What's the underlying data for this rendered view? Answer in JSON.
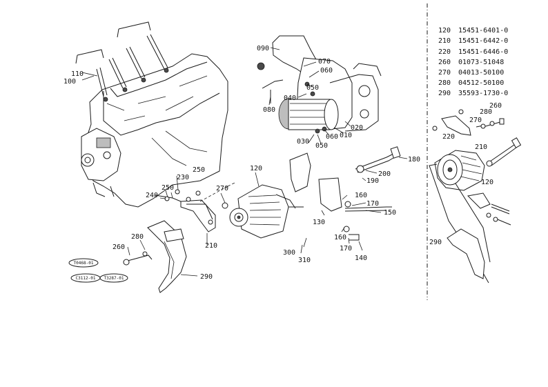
{
  "parts_table": [
    {
      "ref": "120",
      "part": "15451-6401-0"
    },
    {
      "ref": "210",
      "part": "15451-6442-0"
    },
    {
      "ref": "220",
      "part": "15451-6446-0"
    },
    {
      "ref": "260",
      "part": "01073-51048"
    },
    {
      "ref": "270",
      "part": "04013-50100"
    },
    {
      "ref": "280",
      "part": "04512-50100"
    },
    {
      "ref": "290",
      "part": "35593-1730-0"
    }
  ],
  "callouts": {
    "c090": "090",
    "c070": "070",
    "c060": "060",
    "c050a": "050",
    "c040": "040",
    "c080": "080",
    "c020": "020",
    "c010": "010",
    "c060b": "060",
    "c050b": "050",
    "c030": "030",
    "c110": "110",
    "c100": "100",
    "c180": "180",
    "c200": "200",
    "c190": "190",
    "c120": "120",
    "c250a": "250",
    "c230": "230",
    "c250b": "250",
    "c240": "240",
    "c270": "270",
    "c160a": "160",
    "c170a": "170",
    "c150": "150",
    "c130": "130",
    "c160b": "160",
    "c170b": "170",
    "c140": "140",
    "c300": "300",
    "c310": "310",
    "c210": "210",
    "c280": "280",
    "c260": "260",
    "c290": "290",
    "r260": "260",
    "r280": "280",
    "r270": "270",
    "r220": "220",
    "r210": "210",
    "r120": "120",
    "r290": "290"
  },
  "ovals": [
    "T0468-01",
    "C3112-01",
    "T3287-01"
  ]
}
